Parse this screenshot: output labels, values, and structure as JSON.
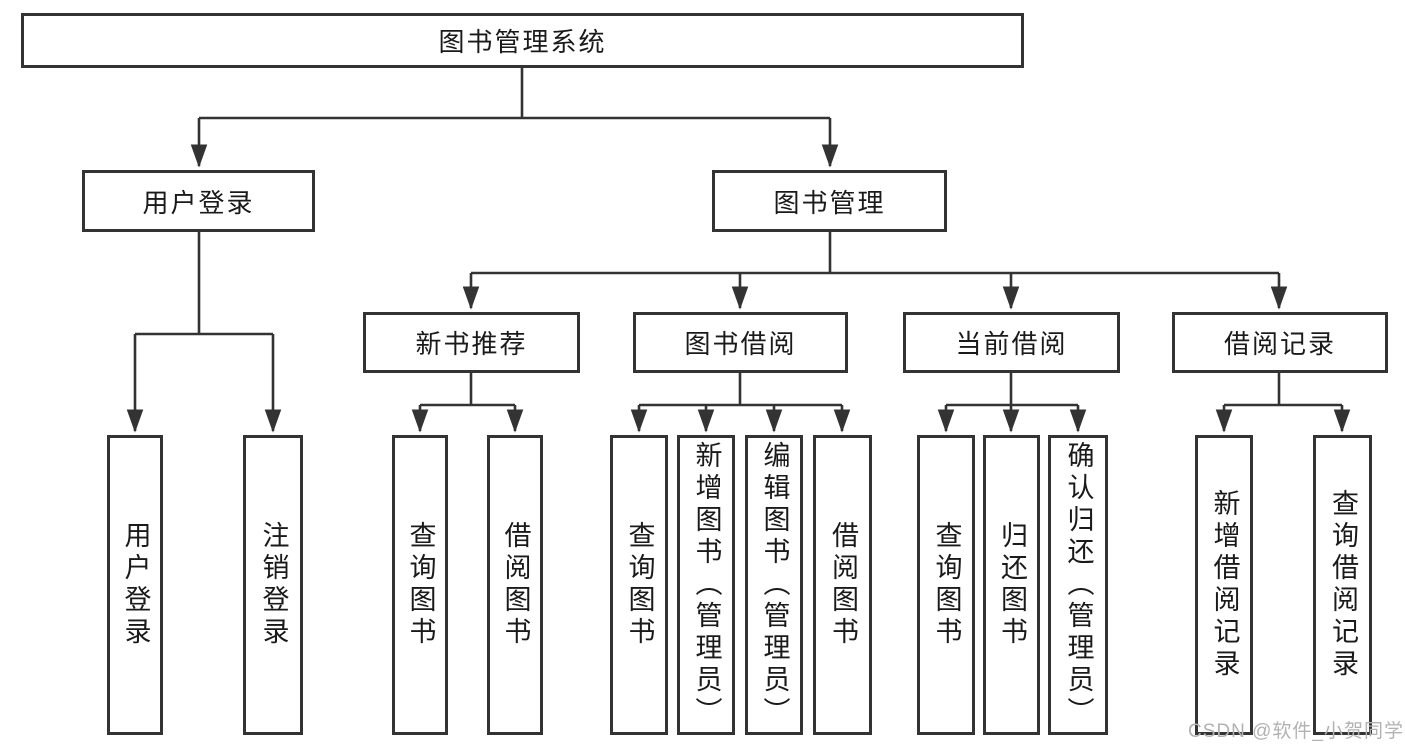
{
  "title": {
    "label": "图书管理系统"
  },
  "branches": {
    "user_login": {
      "label": "用户登录",
      "children": [
        {
          "label": "用户登录"
        },
        {
          "label": "注销登录"
        }
      ]
    },
    "book_mgmt": {
      "label": "图书管理",
      "sections": [
        {
          "label": "新书推荐",
          "children": [
            {
              "label": "查询图书"
            },
            {
              "label": "借阅图书"
            }
          ]
        },
        {
          "label": "图书借阅",
          "children": [
            {
              "label": "查询图书"
            },
            {
              "label": "新增图书（管理员）"
            },
            {
              "label": "编辑图书（管理员）"
            },
            {
              "label": "借阅图书"
            }
          ]
        },
        {
          "label": "当前借阅",
          "children": [
            {
              "label": "查询图书"
            },
            {
              "label": "归还图书"
            },
            {
              "label": "确认归还（管理员）"
            }
          ]
        },
        {
          "label": "借阅记录",
          "children": [
            {
              "label": "新增借阅记录"
            },
            {
              "label": "查询借阅记录"
            }
          ]
        }
      ]
    }
  },
  "watermark": {
    "text": "CSDN @软件_小贺同学"
  },
  "colors": {
    "line": "#333333",
    "text": "#1a1a1a",
    "background": "#ffffff",
    "watermark": "#b2b2b2"
  }
}
